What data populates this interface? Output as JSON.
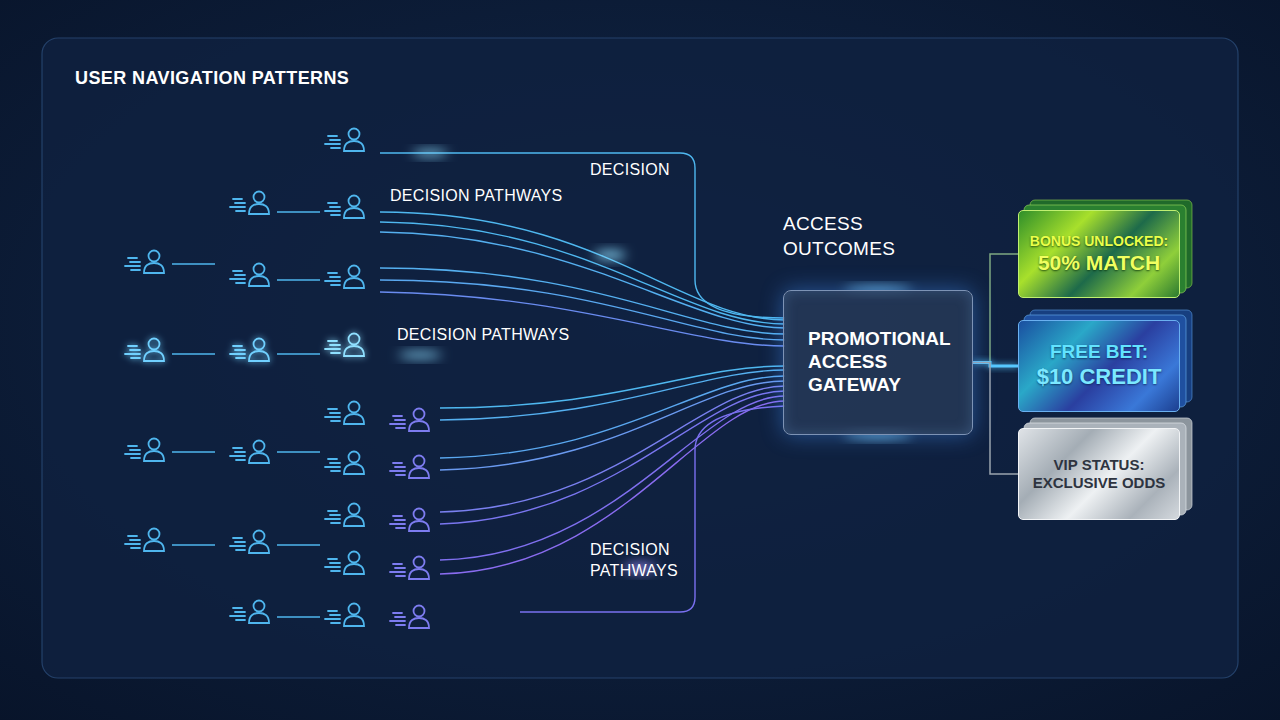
{
  "diagram": {
    "title": "USER NAVIGATION PATTERNS",
    "nodes": [
      {
        "text": [
          "PROMOTIONAL ACCESS GATEWAY"
        ]
      },
      {
        "text": [
          "BONUS UNLOCKED:",
          "50% MATCH"
        ]
      },
      {
        "text": [
          "FREE BET:",
          "$10 CREDIT"
        ]
      },
      {
        "text": [
          "VIP STATUS: EXCLUSIVE ODDS"
        ]
      }
    ],
    "edges": [
      {
        "from": 0,
        "to": 1,
        "arrow": "none"
      },
      {
        "from": 0,
        "to": 2,
        "arrow": "none"
      },
      {
        "from": 0,
        "to": 3,
        "arrow": "none"
      }
    ],
    "labels": [
      "DECISION",
      "DECISION PATHWAYS",
      "ACCESS OUTCOMES",
      "DECISION PATHWAYS",
      "DECISION PATHWAYS"
    ]
  }
}
